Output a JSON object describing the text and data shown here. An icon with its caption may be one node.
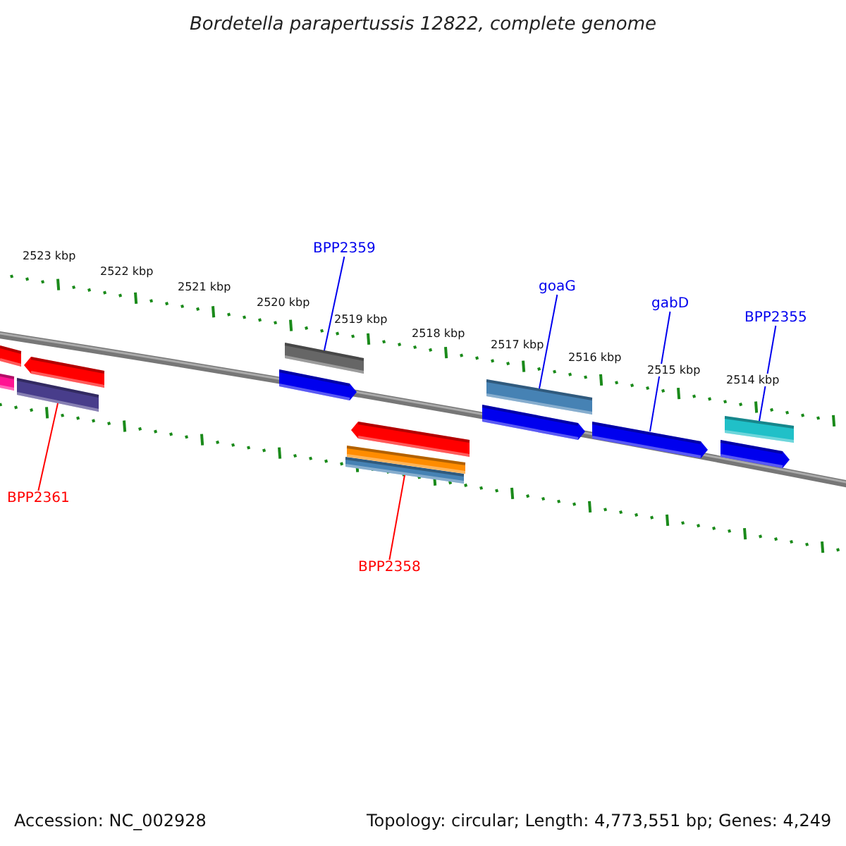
{
  "diagram": {
    "title": "Bordetella parapertussis 12822, complete genome",
    "nodes": [
      {
        "text": [
          "BPP2359"
        ]
      },
      {
        "text": [],
        "shape": "bar"
      },
      {
        "text": [
          "goaG"
        ]
      },
      {
        "text": [],
        "shape": "bar"
      },
      {
        "text": [
          "gabD"
        ]
      },
      {
        "text": [],
        "shape": "arrow"
      },
      {
        "text": [
          "BPP2355"
        ]
      },
      {
        "text": [],
        "shape": "bar"
      },
      {
        "text": [
          "BPP2361"
        ]
      },
      {
        "text": [],
        "shape": "bar"
      },
      {
        "text": [
          "BPP2358"
        ]
      },
      {
        "text": [],
        "shape": "bar"
      },
      {
        "text": [],
        "shape": "arrow"
      },
      {
        "text": [],
        "shape": "arrow"
      },
      {
        "text": [],
        "shape": "bar"
      },
      {
        "text": [],
        "shape": "arrow"
      },
      {
        "text": [],
        "shape": "arrow"
      },
      {
        "text": [],
        "shape": "arrow"
      },
      {
        "text": [],
        "shape": "arrow"
      },
      {
        "text": [],
        "shape": "bar"
      }
    ],
    "edges": [
      {
        "from": 0,
        "to": 1,
        "arrow": "none"
      },
      {
        "from": 2,
        "to": 3,
        "arrow": "none"
      },
      {
        "from": 4,
        "to": 5,
        "arrow": "none"
      },
      {
        "from": 6,
        "to": 7,
        "arrow": "none"
      },
      {
        "from": 8,
        "to": 9,
        "arrow": "none",
        "color": "#ff0000"
      },
      {
        "from": 10,
        "to": 11,
        "arrow": "none",
        "color": "#ff0000"
      }
    ],
    "labels": [
      "2523 kbp",
      "2522 kbp",
      "2521 kbp",
      "2520 kbp",
      "2519 kbp",
      "2518 kbp",
      "2517 kbp",
      "2516 kbp",
      "2515 kbp",
      "2514 kbp",
      "Accession: NC_002928",
      "Topology: circular; Length: 4,773,551 bp; Genes: 4,249"
    ]
  }
}
